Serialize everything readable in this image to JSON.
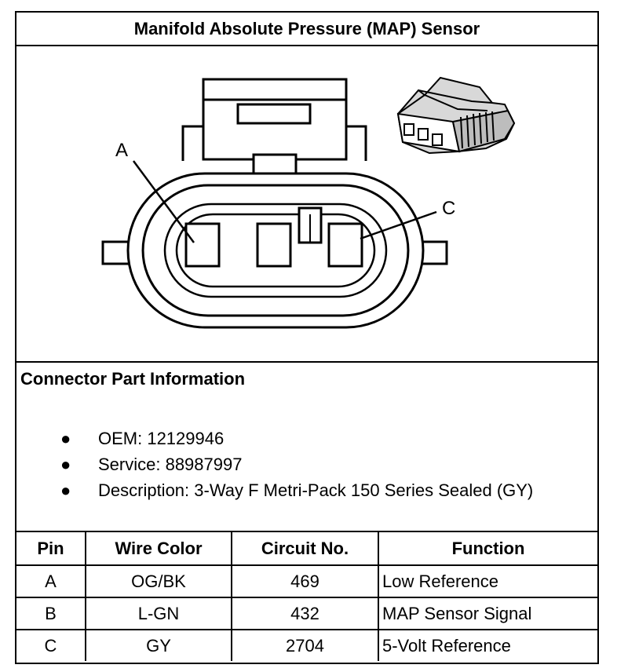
{
  "title": "Manifold Absolute Pressure (MAP) Sensor",
  "diagram": {
    "label_a": "A",
    "label_c": "C"
  },
  "connector_info": {
    "heading": "Connector Part Information",
    "items": [
      "OEM: 12129946",
      "Service: 88987997",
      "Description: 3-Way F Metri-Pack 150 Series Sealed (GY)"
    ]
  },
  "pin_table": {
    "headers": [
      "Pin",
      "Wire Color",
      "Circuit No.",
      "Function"
    ],
    "rows": [
      [
        "A",
        "OG/BK",
        "469",
        "Low Reference"
      ],
      [
        "B",
        "L-GN",
        "432",
        "MAP Sensor Signal"
      ],
      [
        "C",
        "GY",
        "2704",
        "5-Volt Reference"
      ]
    ]
  }
}
